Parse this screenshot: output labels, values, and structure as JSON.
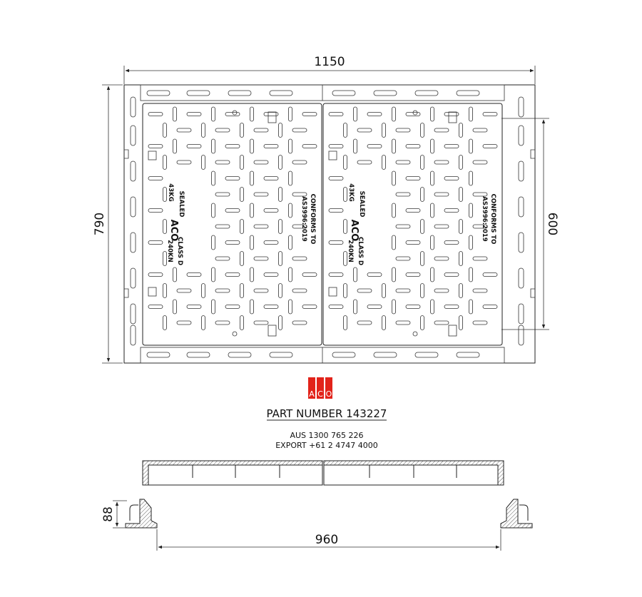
{
  "dimensions": {
    "overall_width": "1150",
    "overall_height": "790",
    "inner_height": "600",
    "depth": "88",
    "base_width": "960"
  },
  "plate_text": {
    "sealed": "SEALED",
    "weight": "43KG",
    "brand": "ACO",
    "class": "CLASS D",
    "load": "240KN",
    "conforms": "CONFORMS TO",
    "standard": "AS3996:2019"
  },
  "logo": {
    "letters": [
      "A",
      "C",
      "O"
    ],
    "color": "#e2231a"
  },
  "part_number": "PART NUMBER 143227",
  "contact": {
    "aus": "AUS 1300 765 226",
    "export": "EXPORT +61 2 4747 4000"
  }
}
